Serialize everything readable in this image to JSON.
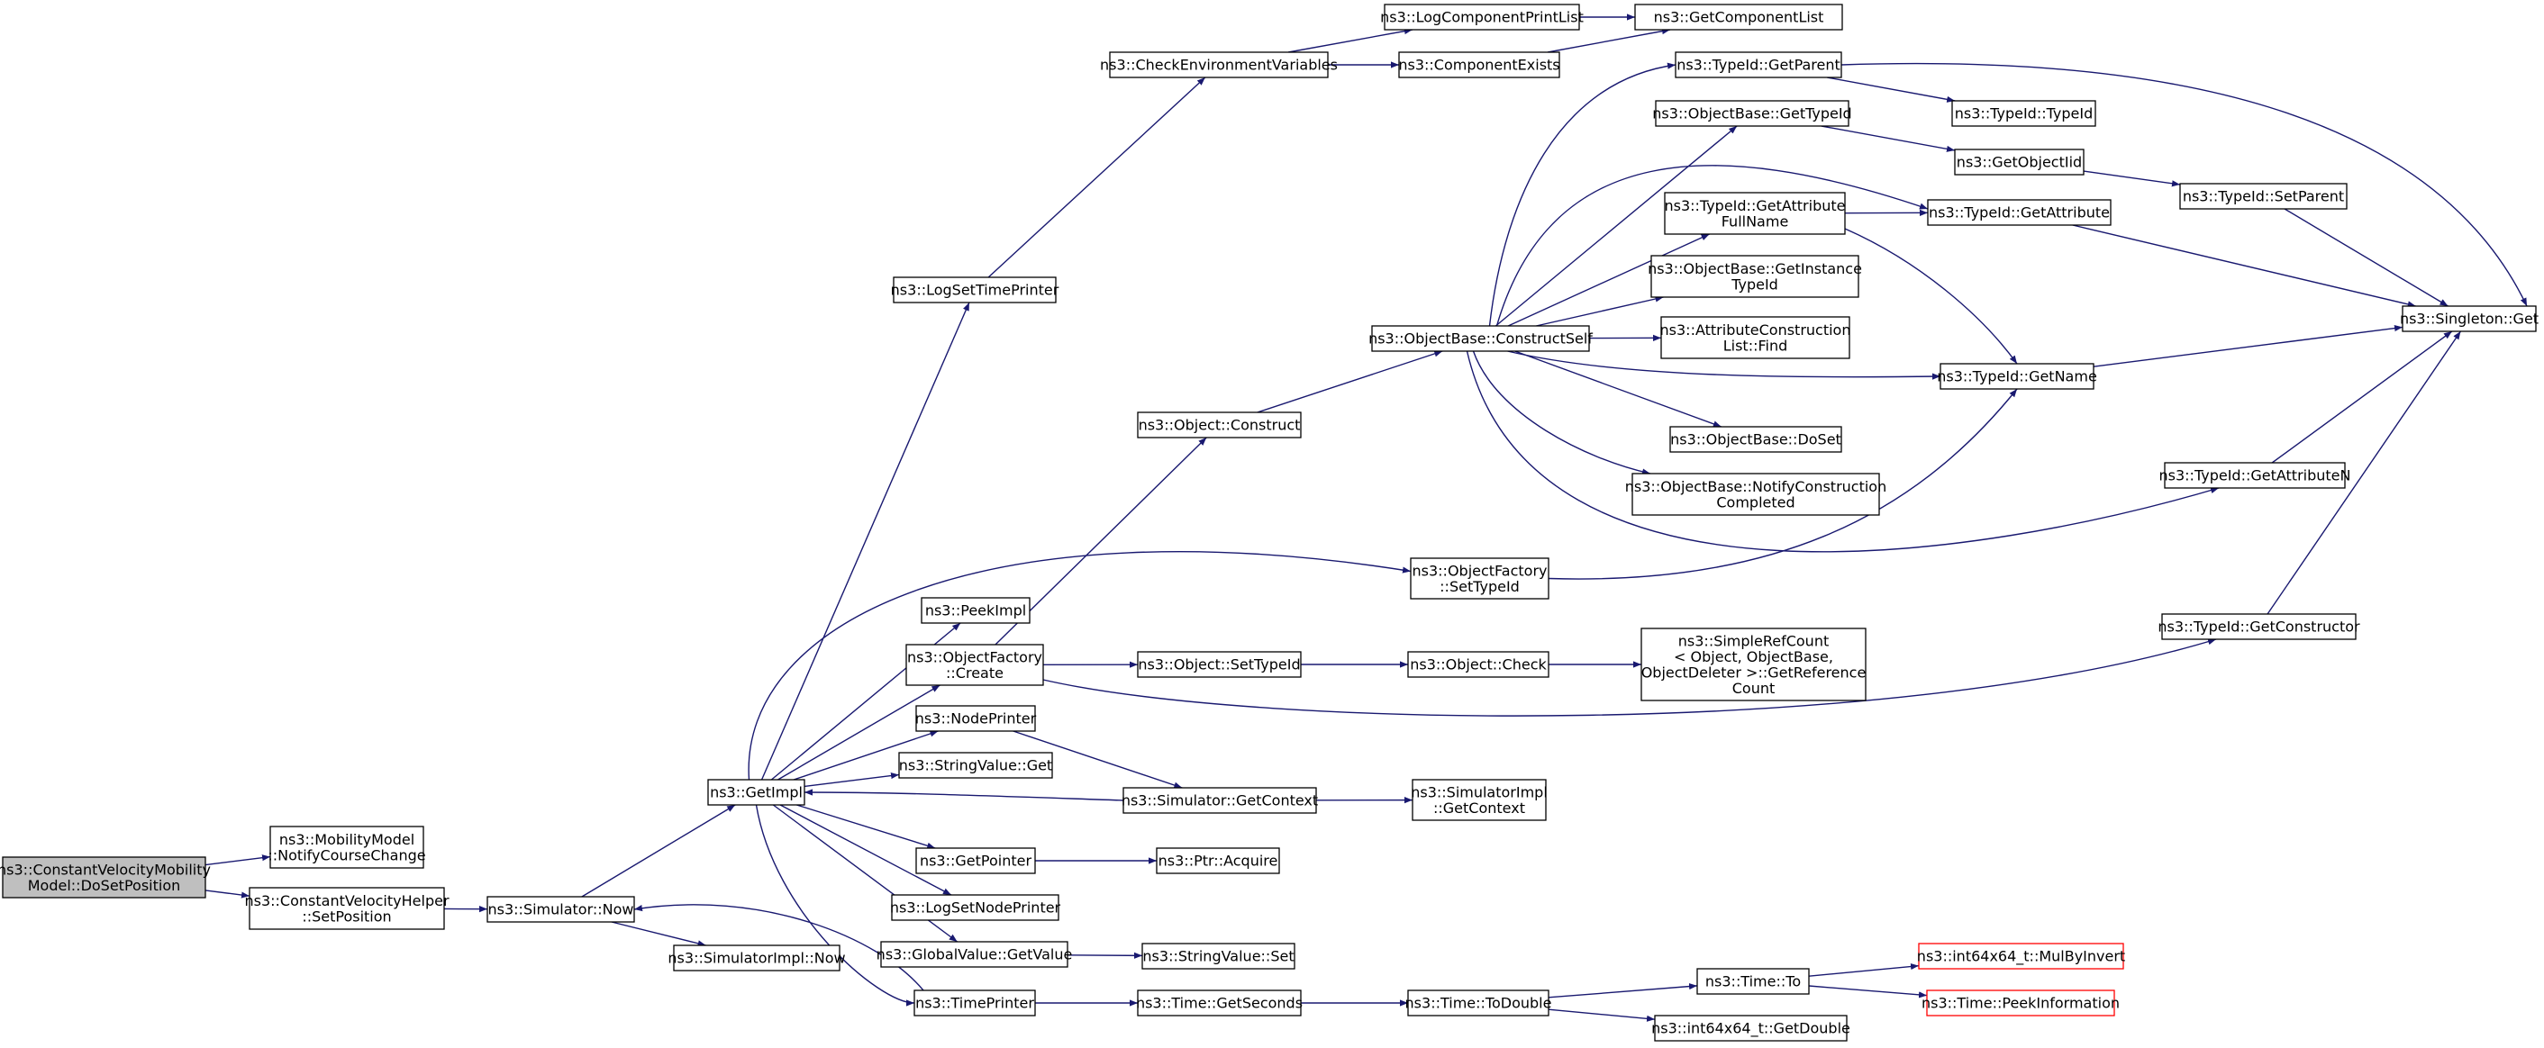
{
  "colors": {
    "edge": "#191970",
    "node_border": "#000000",
    "node_fill": "#ffffff",
    "root_fill": "#bfbfbf",
    "truncated_border": "#ff0000"
  },
  "nodes": [
    {
      "id": "root",
      "lines": [
        "ns3::ConstantVelocityMobility",
        "Model::DoSetPosition"
      ],
      "style": "root"
    },
    {
      "id": "notify",
      "lines": [
        "ns3::MobilityModel",
        "::NotifyCourseChange"
      ]
    },
    {
      "id": "cvh",
      "lines": [
        "ns3::ConstantVelocityHelper",
        "::SetPosition"
      ]
    },
    {
      "id": "now",
      "lines": [
        "ns3::Simulator::Now"
      ]
    },
    {
      "id": "simimplnow",
      "lines": [
        "ns3::SimulatorImpl::Now"
      ]
    },
    {
      "id": "getimpl",
      "lines": [
        "ns3::GetImpl"
      ]
    },
    {
      "id": "logsettime",
      "lines": [
        "ns3::LogSetTimePrinter"
      ]
    },
    {
      "id": "checkenv",
      "lines": [
        "ns3::CheckEnvironmentVariables"
      ]
    },
    {
      "id": "logcompprint",
      "lines": [
        "ns3::LogComponentPrintList"
      ]
    },
    {
      "id": "getcomplist",
      "lines": [
        "ns3::GetComponentList"
      ]
    },
    {
      "id": "compexists",
      "lines": [
        "ns3::ComponentExists"
      ]
    },
    {
      "id": "peekimpl",
      "lines": [
        "ns3::PeekImpl"
      ]
    },
    {
      "id": "ofcreate",
      "lines": [
        "ns3::ObjectFactory",
        "::Create"
      ]
    },
    {
      "id": "objconstruct",
      "lines": [
        "ns3::Object::Construct"
      ]
    },
    {
      "id": "constructself",
      "lines": [
        "ns3::ObjectBase::ConstructSelf"
      ]
    },
    {
      "id": "tgetparent",
      "lines": [
        "ns3::TypeId::GetParent"
      ]
    },
    {
      "id": "obgettypeid",
      "lines": [
        "ns3::ObjectBase::GetTypeId"
      ]
    },
    {
      "id": "tgetattrfull",
      "lines": [
        "ns3::TypeId::GetAttribute",
        "FullName"
      ]
    },
    {
      "id": "obgetinst",
      "lines": [
        "ns3::ObjectBase::GetInstance",
        "TypeId"
      ]
    },
    {
      "id": "attrlist",
      "lines": [
        "ns3::AttributeConstruction",
        "List::Find"
      ]
    },
    {
      "id": "obdoset",
      "lines": [
        "ns3::ObjectBase::DoSet"
      ]
    },
    {
      "id": "obnotify",
      "lines": [
        "ns3::ObjectBase::NotifyConstruction",
        "Completed"
      ]
    },
    {
      "id": "ttypeid",
      "lines": [
        "ns3::TypeId::TypeId"
      ]
    },
    {
      "id": "getobjectiid",
      "lines": [
        "ns3::GetObjectIid"
      ]
    },
    {
      "id": "tsetparent",
      "lines": [
        "ns3::TypeId::SetParent"
      ]
    },
    {
      "id": "tgetattr",
      "lines": [
        "ns3::TypeId::GetAttribute"
      ]
    },
    {
      "id": "singleton",
      "lines": [
        "ns3::Singleton::Get"
      ]
    },
    {
      "id": "tgetname",
      "lines": [
        "ns3::TypeId::GetName"
      ]
    },
    {
      "id": "tgetattrn",
      "lines": [
        "ns3::TypeId::GetAttributeN"
      ]
    },
    {
      "id": "ofsettypeid",
      "lines": [
        "ns3::ObjectFactory",
        "::SetTypeId"
      ]
    },
    {
      "id": "tgetctor",
      "lines": [
        "ns3::TypeId::GetConstructor"
      ]
    },
    {
      "id": "objsettypeid",
      "lines": [
        "ns3::Object::SetTypeId"
      ]
    },
    {
      "id": "objcheck",
      "lines": [
        "ns3::Object::Check"
      ]
    },
    {
      "id": "simplerefcount",
      "lines": [
        "ns3::SimpleRefCount",
        "< Object, ObjectBase,",
        "ObjectDeleter >::GetReference",
        "Count"
      ]
    },
    {
      "id": "nodeprinter",
      "lines": [
        "ns3::NodePrinter"
      ]
    },
    {
      "id": "stringvalget",
      "lines": [
        "ns3::StringValue::Get"
      ]
    },
    {
      "id": "simgetctx",
      "lines": [
        "ns3::Simulator::GetContext"
      ]
    },
    {
      "id": "simimplctx",
      "lines": [
        "ns3::SimulatorImpl",
        "::GetContext"
      ]
    },
    {
      "id": "getpointer",
      "lines": [
        "ns3::GetPointer"
      ]
    },
    {
      "id": "ptracquire",
      "lines": [
        "ns3::Ptr::Acquire"
      ]
    },
    {
      "id": "logsetnode",
      "lines": [
        "ns3::LogSetNodePrinter"
      ]
    },
    {
      "id": "gvgetvalue",
      "lines": [
        "ns3::GlobalValue::GetValue"
      ]
    },
    {
      "id": "stringvalset",
      "lines": [
        "ns3::StringValue::Set"
      ]
    },
    {
      "id": "timeprinter",
      "lines": [
        "ns3::TimePrinter"
      ]
    },
    {
      "id": "timegetsec",
      "lines": [
        "ns3::Time::GetSeconds"
      ]
    },
    {
      "id": "timetodouble",
      "lines": [
        "ns3::Time::ToDouble"
      ]
    },
    {
      "id": "timeto",
      "lines": [
        "ns3::Time::To"
      ]
    },
    {
      "id": "mulbyinvert",
      "lines": [
        "ns3::int64x64_t::MulByInvert"
      ],
      "style": "truncated"
    },
    {
      "id": "peekinfo",
      "lines": [
        "ns3::Time::PeekInformation"
      ],
      "style": "truncated"
    },
    {
      "id": "getdouble",
      "lines": [
        "ns3::int64x64_t::GetDouble"
      ]
    }
  ],
  "edges": [
    [
      "root",
      "notify"
    ],
    [
      "root",
      "cvh"
    ],
    [
      "cvh",
      "now"
    ],
    [
      "now",
      "getimpl"
    ],
    [
      "now",
      "simimplnow"
    ],
    [
      "getimpl",
      "logsettime"
    ],
    [
      "logsettime",
      "checkenv"
    ],
    [
      "checkenv",
      "logcompprint"
    ],
    [
      "checkenv",
      "compexists"
    ],
    [
      "logcompprint",
      "getcomplist"
    ],
    [
      "compexists",
      "getcomplist"
    ],
    [
      "getimpl",
      "ofsettypeid"
    ],
    [
      "getimpl",
      "peekimpl"
    ],
    [
      "getimpl",
      "ofcreate"
    ],
    [
      "getimpl",
      "nodeprinter"
    ],
    [
      "getimpl",
      "stringvalget"
    ],
    [
      "getimpl",
      "getpointer"
    ],
    [
      "getimpl",
      "logsetnode"
    ],
    [
      "getimpl",
      "gvgetvalue"
    ],
    [
      "getimpl",
      "timeprinter"
    ],
    [
      "timeprinter",
      "now"
    ],
    [
      "ofcreate",
      "objconstruct"
    ],
    [
      "ofcreate",
      "objsettypeid"
    ],
    [
      "ofcreate",
      "tgetctor"
    ],
    [
      "objconstruct",
      "constructself"
    ],
    [
      "constructself",
      "tgetparent"
    ],
    [
      "constructself",
      "obgettypeid"
    ],
    [
      "constructself",
      "tgetattr"
    ],
    [
      "constructself",
      "tgetattrfull"
    ],
    [
      "constructself",
      "obgetinst"
    ],
    [
      "constructself",
      "attrlist"
    ],
    [
      "constructself",
      "tgetname"
    ],
    [
      "constructself",
      "obdoset"
    ],
    [
      "constructself",
      "obnotify"
    ],
    [
      "constructself",
      "tgetattrn"
    ],
    [
      "tgetparent",
      "ttypeid"
    ],
    [
      "tgetparent",
      "singleton"
    ],
    [
      "obgettypeid",
      "getobjectiid"
    ],
    [
      "getobjectiid",
      "tsetparent"
    ],
    [
      "tsetparent",
      "singleton"
    ],
    [
      "tgetattrfull",
      "tgetattr"
    ],
    [
      "tgetattrfull",
      "tgetname"
    ],
    [
      "tgetattr",
      "singleton"
    ],
    [
      "tgetname",
      "singleton"
    ],
    [
      "tgetattrn",
      "singleton"
    ],
    [
      "tgetctor",
      "singleton"
    ],
    [
      "ofsettypeid",
      "tgetname"
    ],
    [
      "objsettypeid",
      "objcheck"
    ],
    [
      "objcheck",
      "simplerefcount"
    ],
    [
      "nodeprinter",
      "simgetctx"
    ],
    [
      "simgetctx",
      "getimpl"
    ],
    [
      "simgetctx",
      "simimplctx"
    ],
    [
      "getpointer",
      "ptracquire"
    ],
    [
      "gvgetvalue",
      "stringvalset"
    ],
    [
      "timeprinter",
      "timegetsec"
    ],
    [
      "timegetsec",
      "timetodouble"
    ],
    [
      "timetodouble",
      "timeto"
    ],
    [
      "timetodouble",
      "getdouble"
    ],
    [
      "timeto",
      "mulbyinvert"
    ],
    [
      "timeto",
      "peekinfo"
    ]
  ]
}
